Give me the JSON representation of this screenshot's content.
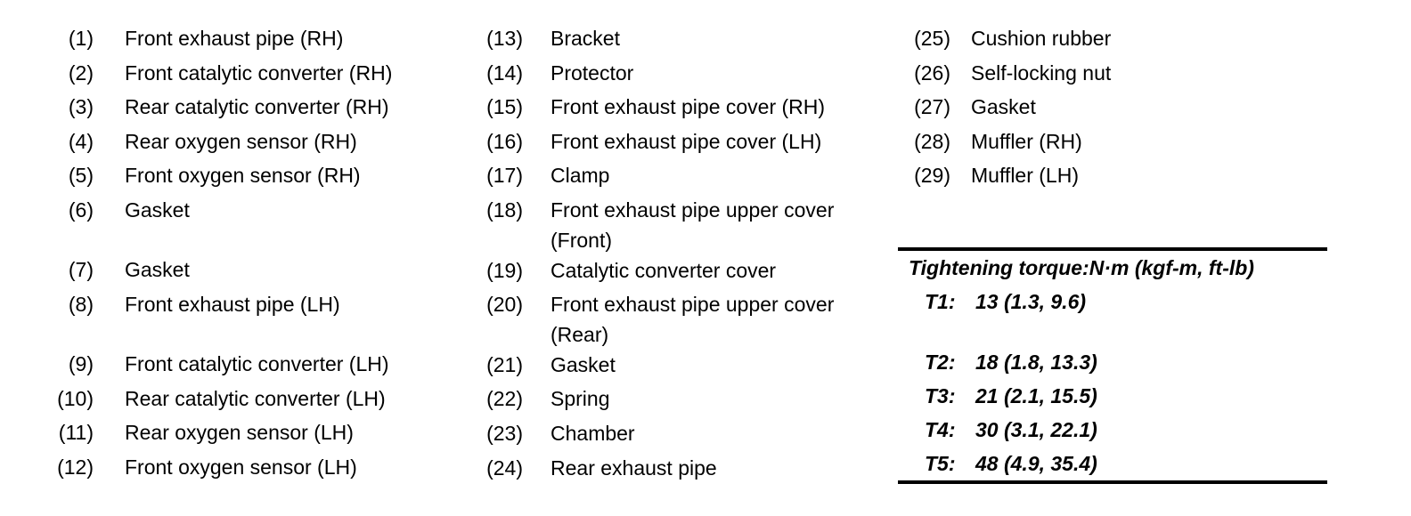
{
  "colors": {
    "background": "#ffffff",
    "text": "#000000",
    "rule": "#000000"
  },
  "parts": {
    "columns": [
      {
        "items": [
          {
            "num": "(1)",
            "label": "Front exhaust pipe (RH)"
          },
          {
            "num": "(2)",
            "label": "Front catalytic converter (RH)"
          },
          {
            "num": "(3)",
            "label": "Rear catalytic converter (RH)"
          },
          {
            "num": "(4)",
            "label": "Rear oxygen sensor (RH)"
          },
          {
            "num": "(5)",
            "label": "Front oxygen sensor (RH)"
          },
          {
            "num": "(6)",
            "label": "Gasket"
          },
          {
            "num": "(7)",
            "label": "Gasket"
          },
          {
            "num": "(8)",
            "label": "Front exhaust pipe (LH)"
          },
          {
            "num": "(9)",
            "label": "Front catalytic converter (LH)"
          },
          {
            "num": "(10)",
            "label": "Rear catalytic converter (LH)"
          },
          {
            "num": "(11)",
            "label": "Rear oxygen sensor (LH)"
          },
          {
            "num": "(12)",
            "label": "Front oxygen sensor (LH)"
          }
        ]
      },
      {
        "items": [
          {
            "num": "(13)",
            "label": "Bracket"
          },
          {
            "num": "(14)",
            "label": "Protector"
          },
          {
            "num": "(15)",
            "label": "Front exhaust pipe cover (RH)"
          },
          {
            "num": "(16)",
            "label": "Front exhaust pipe cover (LH)"
          },
          {
            "num": "(17)",
            "label": "Clamp"
          },
          {
            "num": "(18)",
            "label": "Front exhaust pipe upper cover",
            "label_line2": "(Front)"
          },
          {
            "num": "(19)",
            "label": "Catalytic converter cover"
          },
          {
            "num": "(20)",
            "label": "Front exhaust pipe upper cover",
            "label_line2": "(Rear)"
          },
          {
            "num": "(21)",
            "label": "Gasket"
          },
          {
            "num": "(22)",
            "label": "Spring"
          },
          {
            "num": "(23)",
            "label": "Chamber"
          },
          {
            "num": "(24)",
            "label": "Rear exhaust pipe"
          }
        ]
      },
      {
        "items": [
          {
            "num": "(25)",
            "label": "Cushion rubber"
          },
          {
            "num": "(26)",
            "label": "Self-locking nut"
          },
          {
            "num": "(27)",
            "label": "Gasket"
          },
          {
            "num": "(28)",
            "label": "Muffler (RH)"
          },
          {
            "num": "(29)",
            "label": "Muffler (LH)"
          }
        ]
      }
    ]
  },
  "torque": {
    "title": "Tightening torque:N·m (kgf-m, ft-lb)",
    "rows": [
      {
        "id": "T1:",
        "value": "13 (1.3, 9.6)"
      },
      {
        "id": "T2:",
        "value": "18 (1.8, 13.3)"
      },
      {
        "id": "T3:",
        "value": "21 (2.1, 15.5)"
      },
      {
        "id": "T4:",
        "value": "30 (3.1, 22.1)"
      },
      {
        "id": "T5:",
        "value": "48 (4.9, 35.4)"
      }
    ]
  }
}
